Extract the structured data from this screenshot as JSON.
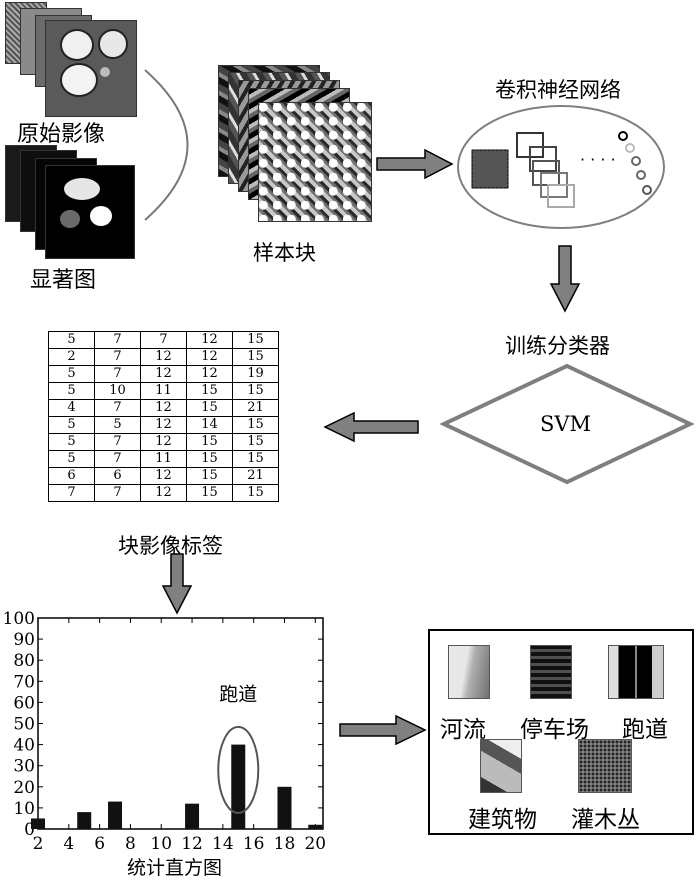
{
  "labels": {
    "original_images": "原始影像",
    "saliency_maps": "显著图",
    "sample_blocks": "样本块",
    "cnn": "卷积神经网络",
    "cnn_dots": "· · · ·",
    "train_classifier": "训练分类器",
    "svm": "SVM",
    "block_labels": "块影像标签",
    "histogram": "统计直方图",
    "runway_annotation": "跑道"
  },
  "label_table": [
    [
      "5",
      "7",
      "7",
      "12",
      "15"
    ],
    [
      "2",
      "7",
      "12",
      "12",
      "15"
    ],
    [
      "5",
      "7",
      "12",
      "12",
      "19"
    ],
    [
      "5",
      "10",
      "11",
      "15",
      "15"
    ],
    [
      "4",
      "7",
      "12",
      "15",
      "21"
    ],
    [
      "5",
      "5",
      "12",
      "14",
      "15"
    ],
    [
      "5",
      "7",
      "12",
      "15",
      "15"
    ],
    [
      "5",
      "7",
      "11",
      "15",
      "15"
    ],
    [
      "6",
      "6",
      "12",
      "15",
      "21"
    ],
    [
      "7",
      "7",
      "12",
      "15",
      "15"
    ]
  ],
  "classes": [
    "河流",
    "停车场",
    "跑道",
    "建筑物",
    "灌木丛"
  ],
  "chart_data": {
    "type": "bar",
    "x": [
      2,
      5,
      7,
      12,
      15,
      18,
      20
    ],
    "values": [
      5,
      8,
      13,
      12,
      40,
      20,
      2
    ],
    "xlim": [
      2,
      20.5
    ],
    "ylim": [
      0,
      100
    ],
    "xticks": [
      2,
      4,
      6,
      8,
      10,
      12,
      14,
      16,
      18,
      20
    ],
    "yticks": [
      0,
      10,
      20,
      30,
      40,
      50,
      60,
      70,
      80,
      90,
      100
    ],
    "annotation": "跑道",
    "highlight_x": 15,
    "xlabel": "统计直方图"
  },
  "colors": {
    "bar": "#111111",
    "arrow": "#808080",
    "outline": "#7f7f7f"
  }
}
